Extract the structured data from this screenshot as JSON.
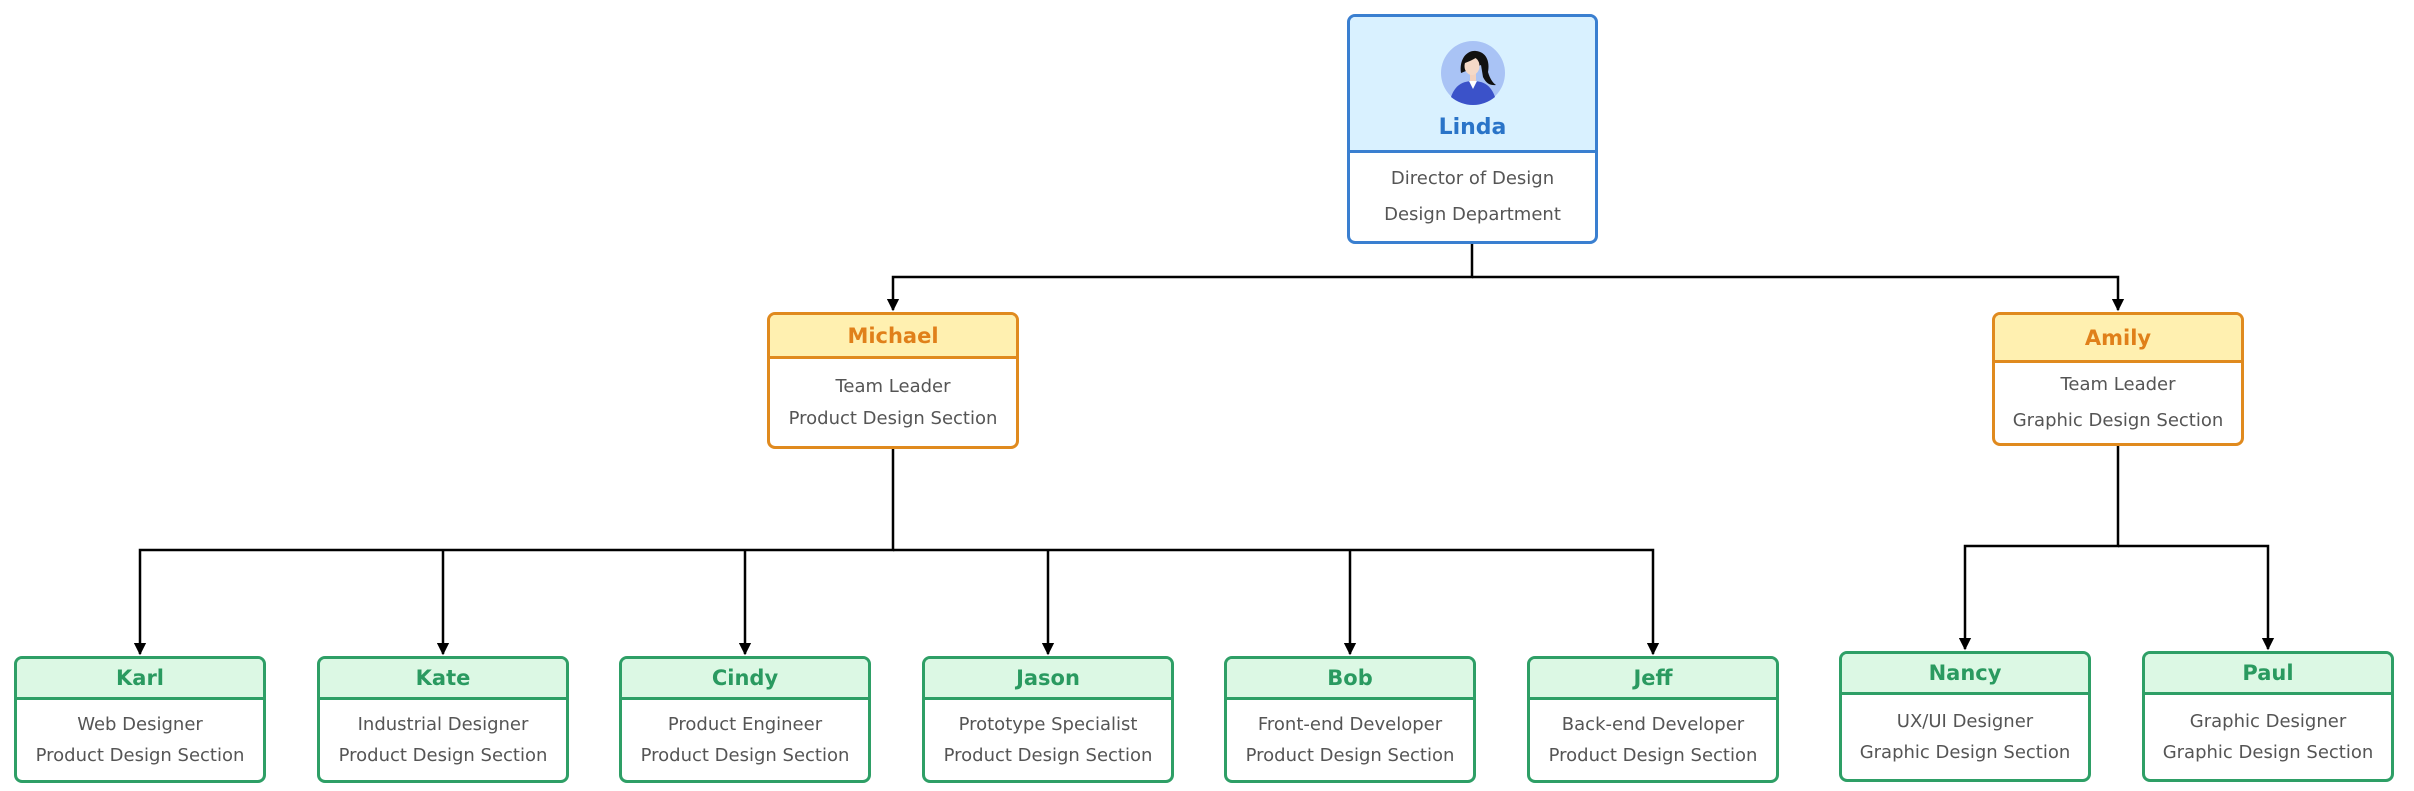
{
  "director": {
    "name": "Linda",
    "title": "Director of Design",
    "department": "Design Department"
  },
  "leaders": [
    {
      "name": "Michael",
      "title": "Team Leader",
      "section": "Product Design Section"
    },
    {
      "name": "Amily",
      "title": "Team Leader",
      "section": "Graphic Design Section"
    }
  ],
  "members": [
    {
      "name": "Karl",
      "title": "Web Designer",
      "section": "Product Design Section"
    },
    {
      "name": "Kate",
      "title": "Industrial Designer",
      "section": "Product Design Section"
    },
    {
      "name": "Cindy",
      "title": "Product Engineer",
      "section": "Product Design Section"
    },
    {
      "name": "Jason",
      "title": "Prototype Specialist",
      "section": "Product Design Section"
    },
    {
      "name": "Bob",
      "title": "Front-end Developer",
      "section": "Product Design Section"
    },
    {
      "name": "Jeff",
      "title": "Back-end Developer",
      "section": "Product Design Section"
    },
    {
      "name": "Nancy",
      "title": "UX/UI Designer",
      "section": "Graphic Design Section"
    },
    {
      "name": "Paul",
      "title": "Graphic Designer",
      "section": "Graphic Design Section"
    }
  ],
  "colors": {
    "director_border": "#3a7fd0",
    "director_fill": "#d9f1ff",
    "leader_border": "#e08a1e",
    "leader_fill": "#fff0b0",
    "member_border": "#2e9f66",
    "member_fill": "#dcf8e4",
    "connector": "#000000"
  },
  "icons": {
    "director_avatar": "woman-avatar-icon"
  }
}
